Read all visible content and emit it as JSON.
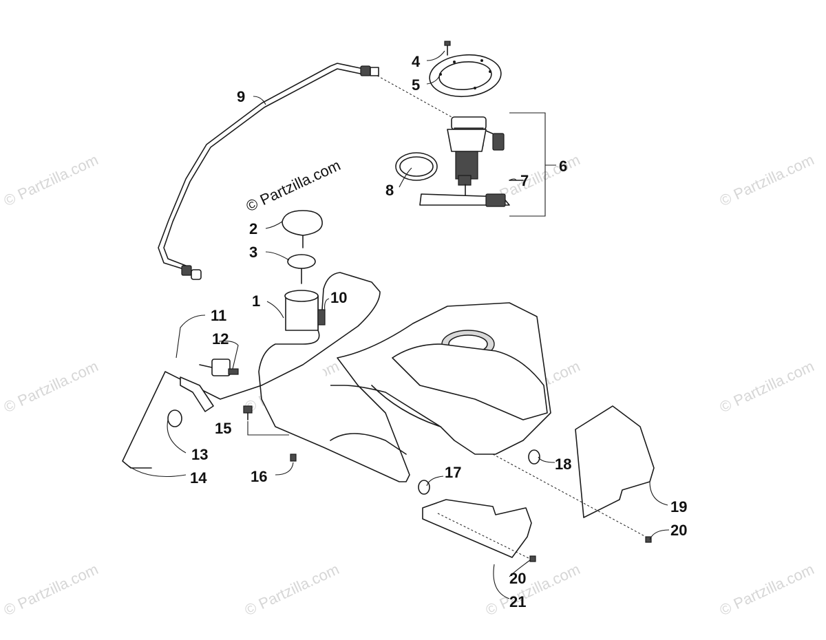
{
  "diagram": {
    "watermark_main": "© Partzilla.com",
    "watermark_repeat": "© Partzilla.com",
    "callouts": [
      {
        "id": "1",
        "label": "1"
      },
      {
        "id": "2",
        "label": "2"
      },
      {
        "id": "3",
        "label": "3"
      },
      {
        "id": "4",
        "label": "4"
      },
      {
        "id": "5",
        "label": "5"
      },
      {
        "id": "6",
        "label": "6"
      },
      {
        "id": "7",
        "label": "7"
      },
      {
        "id": "8",
        "label": "8"
      },
      {
        "id": "9",
        "label": "9"
      },
      {
        "id": "10",
        "label": "10"
      },
      {
        "id": "11",
        "label": "11"
      },
      {
        "id": "12",
        "label": "12"
      },
      {
        "id": "13",
        "label": "13"
      },
      {
        "id": "14",
        "label": "14"
      },
      {
        "id": "15",
        "label": "15"
      },
      {
        "id": "16",
        "label": "16"
      },
      {
        "id": "17",
        "label": "17"
      },
      {
        "id": "18",
        "label": "18"
      },
      {
        "id": "19",
        "label": "19"
      },
      {
        "id": "20a",
        "label": "20"
      },
      {
        "id": "20b",
        "label": "20"
      },
      {
        "id": "21",
        "label": "21"
      }
    ]
  }
}
